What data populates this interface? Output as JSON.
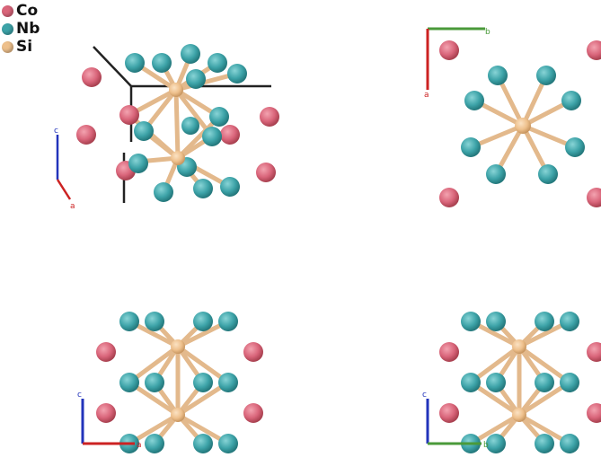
{
  "legend": [
    {
      "element": "Co",
      "color": "#d9657a"
    },
    {
      "element": "Nb",
      "color": "#3da3a8"
    },
    {
      "element": "Si",
      "color": "#eec08c"
    }
  ],
  "axis_labels": {
    "a": "a",
    "b": "b",
    "c": "c"
  },
  "axis_colors": {
    "a": "#cc2222",
    "b": "#4a9a3a",
    "c": "#2233bb"
  },
  "bond_color": "#e3b98c",
  "cell_edge_color": "#222222",
  "views": [
    "perspective",
    "along-c",
    "along-b",
    "along-a"
  ]
}
